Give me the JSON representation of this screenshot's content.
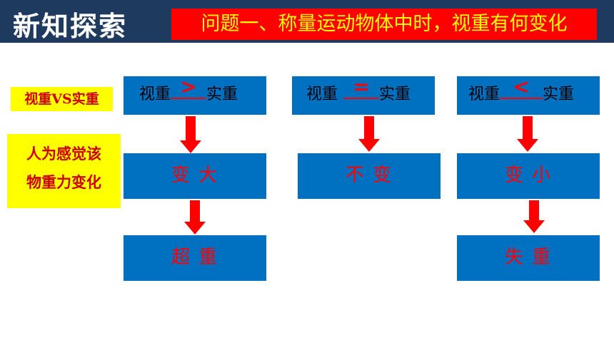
{
  "header": {
    "title": "新知探索"
  },
  "question": "问题一、称量运动物体中时，视重有何变化",
  "labels": {
    "vs": "视重VS实重",
    "feel_line1": "人为感觉该",
    "feel_line2": "物重力变化"
  },
  "columns": [
    {
      "left": "视重",
      "symbol": ">",
      "right": "实重",
      "change": "变  大",
      "outcome": "超  重"
    },
    {
      "left": "视重",
      "symbol": "=",
      "right": "实重",
      "change": "不  变"
    },
    {
      "left": "视重",
      "symbol": "<",
      "right": "实重",
      "change": "变  小",
      "outcome": "失  重"
    }
  ],
  "colors": {
    "header": "#1f3a5f",
    "box": "#0070c0",
    "accent": "#ff0000",
    "highlight": "#ffff00"
  }
}
